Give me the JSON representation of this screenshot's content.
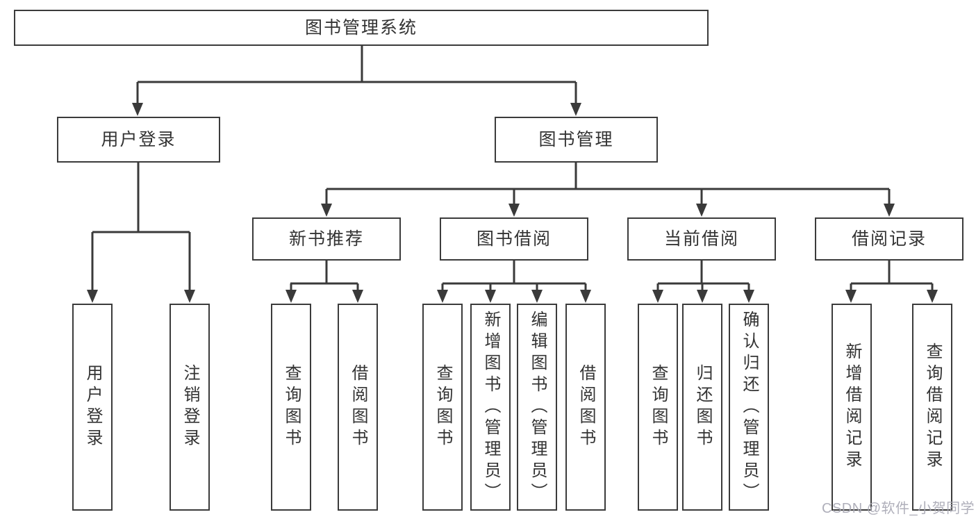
{
  "diagram": {
    "title": "图书管理系统",
    "nodes": {
      "root": "图书管理系统",
      "userLogin": "用户登录",
      "bookMgmt": "图书管理",
      "newBookRec": "新书推荐",
      "bookBorrow": "图书借阅",
      "currentBorrow": "当前借阅",
      "borrowRecords": "借阅记录",
      "leafUserLogin": "用户登录",
      "leafLogout": "注销登录",
      "leafQueryBook1": "查询图书",
      "leafBorrowBook1": "借阅图书",
      "leafQueryBook2": "查询图书",
      "leafAddBookAdmin": "新增图书（管理员）",
      "leafEditBookAdmin": "编辑图书（管理员）",
      "leafBorrowBook2": "借阅图书",
      "leafQueryBook3": "查询图书",
      "leafReturnBook": "归还图书",
      "leafConfirmReturnAdmin": "确认归还（管理员）",
      "leafAddRecord": "新增借阅记录",
      "leafQueryRecord": "查询借阅记录"
    },
    "colors": {
      "line": "#3a3a3a",
      "border": "#3b3b3b",
      "text": "#333333",
      "background": "#ffffff",
      "watermark": "#a8a8b4"
    }
  },
  "watermark": "CSDN @软件_小贺同学"
}
